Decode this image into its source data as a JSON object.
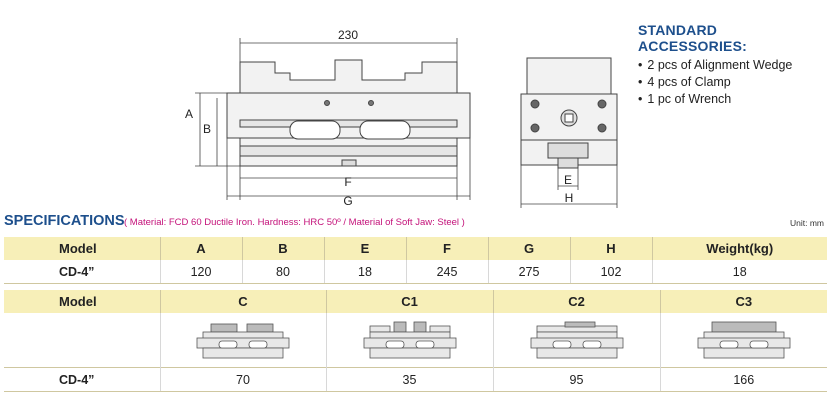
{
  "drawing": {
    "dim_top": "230",
    "dim_a": "A",
    "dim_b": "B",
    "dim_f": "F",
    "dim_g": "G",
    "dim_e": "E",
    "dim_h": "H"
  },
  "accessories": {
    "title": "STANDARD ACCESSORIES:",
    "items": [
      "2 pcs of Alignment Wedge",
      "4 pcs of Clamp",
      "1 pc of Wrench"
    ]
  },
  "specifications": {
    "title": "SPECIFICATIONS",
    "note": "( Material: FCD 60 Ductile Iron. Hardness: HRC 50º / Material of Soft Jaw: Steel )",
    "unit": "Unit: mm",
    "table1": {
      "headers": [
        "Model",
        "A",
        "B",
        "E",
        "F",
        "G",
        "H",
        "Weight(kg)"
      ],
      "rows": [
        [
          "CD-4”",
          "120",
          "80",
          "18",
          "245",
          "275",
          "102",
          "18"
        ]
      ]
    },
    "table2": {
      "headers": [
        "Model",
        "C",
        "C1",
        "C2",
        "C3"
      ],
      "rows": [
        [
          "CD-4”",
          "70",
          "35",
          "95",
          "166"
        ]
      ]
    }
  }
}
